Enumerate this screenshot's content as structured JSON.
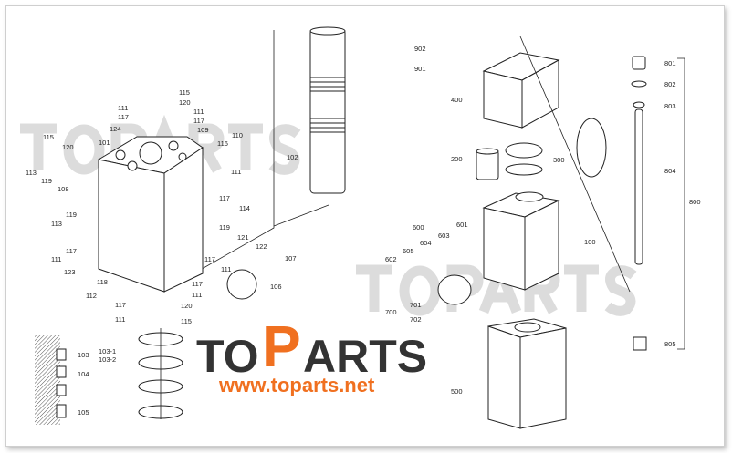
{
  "logo": {
    "brand_to": "TO",
    "brand_p": "P",
    "brand_arts": "ARTS",
    "url": "www.toparts.net",
    "brand_color": "#f07020",
    "dark_color": "#333333"
  },
  "watermark": "TOPARTS",
  "left_labels": [
    "111",
    "117",
    "115",
    "120",
    "111",
    "117",
    "109",
    "124",
    "116",
    "110",
    "101",
    "115",
    "120",
    "113",
    "119",
    "108",
    "113",
    "119",
    "111",
    "117",
    "114",
    "119",
    "121",
    "122",
    "107",
    "106",
    "117",
    "111",
    "117",
    "111",
    "123",
    "118",
    "112",
    "117",
    "111",
    "117",
    "120",
    "111",
    "115",
    "102"
  ],
  "seal_labels": [
    "103",
    "103-1",
    "103-2",
    "104",
    "105"
  ],
  "right_labels": [
    "902",
    "901",
    "400",
    "200",
    "300",
    "600",
    "601",
    "603",
    "604",
    "605",
    "602",
    "100",
    "701",
    "700",
    "702",
    "500",
    "801",
    "802",
    "803",
    "804",
    "800",
    "805"
  ]
}
